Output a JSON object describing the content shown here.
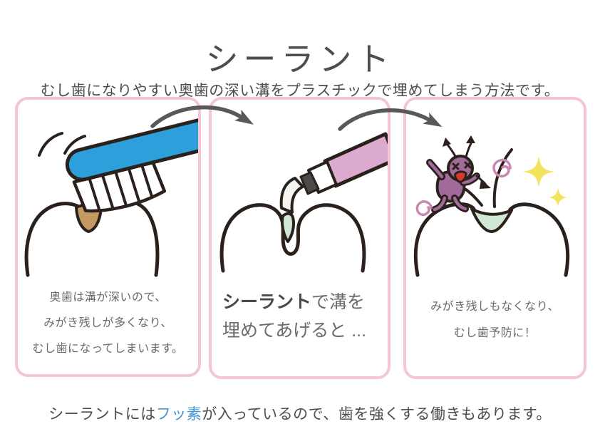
{
  "page": {
    "title": "シーラント",
    "subtitle": "むし歯になりやすい奥歯の深い溝をプラスチックで埋めてしまう方法です。"
  },
  "panels": [
    {
      "name": "problem",
      "illustration": "toothbrush-on-molar-with-plaque",
      "caption": [
        "奥歯は溝が深いので、",
        "みがき残しが多くなり、",
        "むし歯になってしまいます。"
      ]
    },
    {
      "name": "sealant-application",
      "illustration": "sealant-tube-filling-molar-groove",
      "caption_bold": "シーラント",
      "caption_rest": "で溝を",
      "caption_line2": "埋めてあげると ..."
    },
    {
      "name": "result",
      "illustration": "germ-repelled-from-sealed-molar",
      "caption": [
        "みがき残しもなくなり、",
        "むし歯予防に！"
      ]
    }
  ],
  "footer": {
    "pre": "シーラントには",
    "highlight": "フッ素",
    "post": "が入っているので、歯を強くする働きもあります。"
  },
  "colors": {
    "accent_border": "#f5c6d2",
    "text_dark": "#4d4d4d",
    "text_gray": "#6a6a6a",
    "fluoride_blue": "#4596d1",
    "arrow_gray": "#595959",
    "brush_blue": "#2da0dc",
    "plaque_brown": "#c49a61",
    "tube_pink": "#dcaacf",
    "sealant_mint": "#cfe8d5",
    "germ_purple": "#a06b99",
    "sparkle_yellow": "#f2e35c",
    "swirl_pink": "#c987b0",
    "outline_dark": "#2b211c"
  }
}
